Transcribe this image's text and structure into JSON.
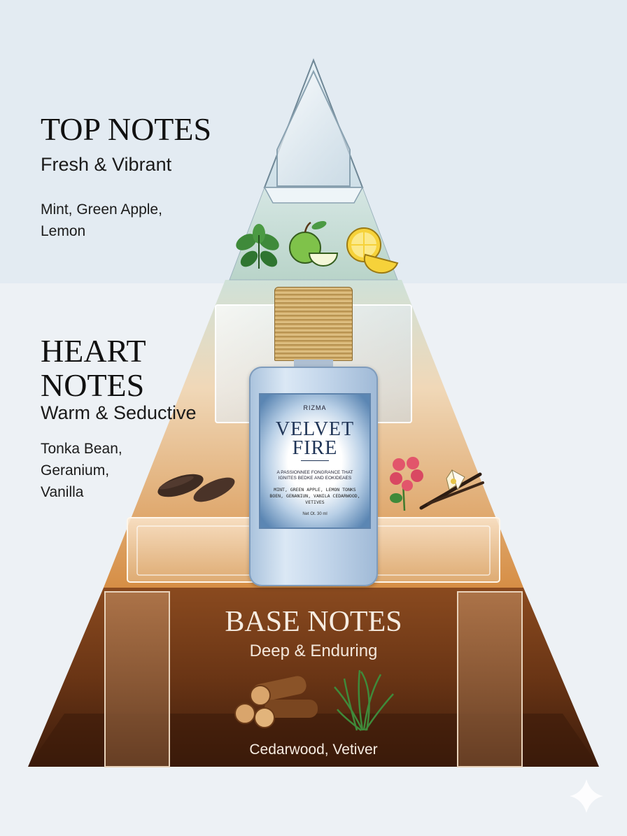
{
  "top": {
    "title": "TOP NOTES",
    "subtitle": "Fresh & Vibrant",
    "notes": "Mint, Green Apple, Lemon",
    "icons": [
      "mint-icon",
      "green-apple-icon",
      "lemon-icon"
    ]
  },
  "heart": {
    "title": "HEART NOTES",
    "subtitle": "Warm & Seductive",
    "notes": "Tonka Bean, Geranium, Vanilla",
    "icons": [
      "tonka-bean-icon",
      "geranium-icon",
      "vanilla-icon"
    ]
  },
  "base": {
    "title": "BASE NOTES",
    "subtitle": "Deep & Enduring",
    "notes": "Cedarwood, Vetiver",
    "icons": [
      "cedarwood-logs-icon",
      "vetiver-grass-icon"
    ]
  },
  "bottle": {
    "brand": "RIZMA",
    "name": "VELVET FIRE",
    "tagline": "A PASSIONNEE FONGRANCE THAT IGNITES BEDKE AND EOKIDEAES",
    "ingredients": "MINT, GREEN APPLE, LEMON TONKS BOEN, GENANIUN, VANILA CEDARWOOD, VETIVES",
    "net": "Net Ot. 30 ml"
  },
  "colors": {
    "top_band": "#e3ebf2",
    "top_tier": "#c9dfe0",
    "heart_tier": "#e3a866",
    "base_tier": "#5e2f12",
    "glass_tint": "#a9c2dc",
    "cap_gold": "#c9a461"
  }
}
